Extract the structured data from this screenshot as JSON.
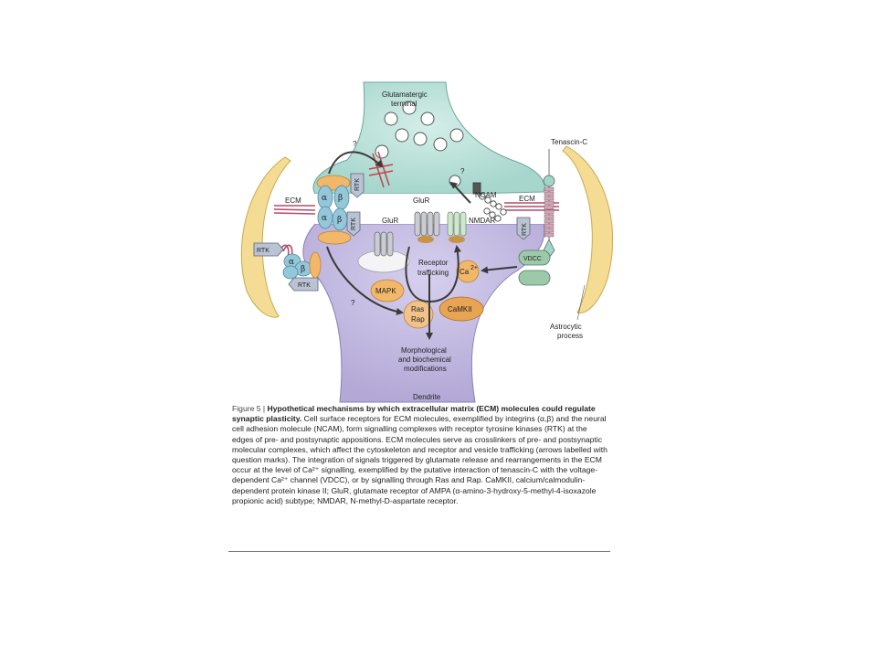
{
  "labels": {
    "terminal": [
      "Glutamatergic",
      "terminal"
    ],
    "tenascin": "Tenascin-C",
    "ecm_left": "ECM",
    "ecm_right": "ECM",
    "ncam": "NCAM",
    "glur_top": "GluR",
    "glur_left": "GluR",
    "nmdar": "NMDAR",
    "rtk": "RTK",
    "alpha": "α",
    "beta": "β",
    "vdcc": "VDCC",
    "ca": "Ca",
    "ca_sup": "2+",
    "receptor_trafficking": [
      "Receptor",
      "trafficking"
    ],
    "mapk": "MAPK",
    "ras_rap": [
      "Ras",
      "Rap"
    ],
    "camkii": "CaMKII",
    "morph": [
      "Morphological",
      "and biochemical",
      "modifications"
    ],
    "dendrite": "Dendrite",
    "astrocyte": [
      "Astrocytic",
      "process"
    ],
    "question": "?"
  },
  "caption": {
    "fig_num": "Figure 5 |",
    "title": "Hypothetical mechanisms by which extracellular matrix (ECM) molecules could regulate synaptic plasticity.",
    "body": "Cell surface receptors for ECM molecules, exemplified by integrins (α,β) and the neural cell adhesion molecule (NCAM), form signalling complexes with receptor tyrosine kinases (RTK) at the edges of pre- and postsynaptic appositions. ECM molecules serve as crosslinkers of pre- and postsynaptic molecular complexes, which affect the cytoskeleton and receptor and vesicle trafficking (arrows labelled with question marks). The integration of signals triggered by glutamate release and rearrangements in the ECM occur at the level of Ca²⁺ signalling, exemplified by the putative interaction of tenascin-C with the voltage-dependent Ca²⁺ channel (VDCC), or by signalling through Ras and Rap. CaMKII, calcium/calmodulin-dependent protein kinase II; GluR, glutamate receptor of AMPA (α-amino-3-hydroxy-5-methyl-4-isoxazole propionic acid) subtype; NMDAR, N-methyl-D-aspartate receptor."
  },
  "colors": {
    "terminal": "#aedcd3",
    "dendrite": "#bdb4dc",
    "astrocyte": "#f4dc95",
    "rtk": "#b9c3d3",
    "integrin": "#93c7d9",
    "mapk": "#f2b86a",
    "camkii": "#e7a453",
    "vdcc": "#9cc9a9",
    "ecm_fiber": "#b24b6a",
    "arrow": "#3a3a3a"
  }
}
